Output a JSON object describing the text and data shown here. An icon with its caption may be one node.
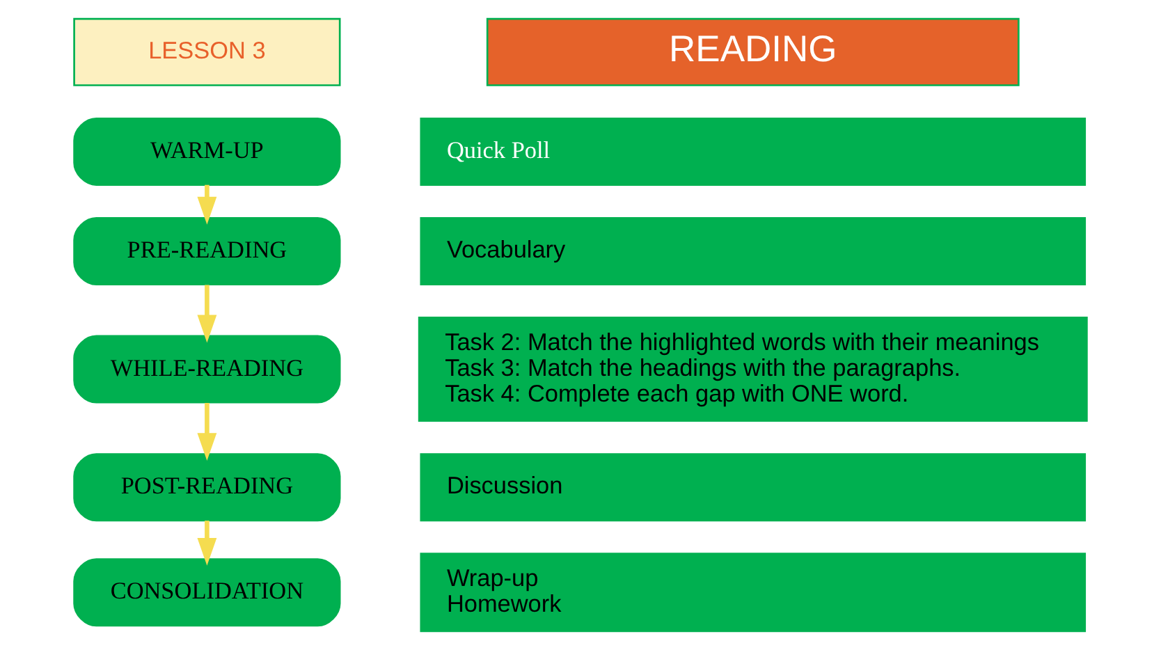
{
  "diagram": {
    "nodes": [
      {
        "text": [
          "LESSON 3"
        ]
      },
      {
        "text": [
          "READING"
        ]
      },
      {
        "text": [
          "WARM-UP"
        ]
      },
      {
        "text": [
          "PRE-READING"
        ]
      },
      {
        "text": [
          "WHILE-READING"
        ]
      },
      {
        "text": [
          "POST-READING"
        ]
      },
      {
        "text": [
          "CONSOLIDATION"
        ]
      },
      {
        "text": [
          "Quick Poll"
        ]
      },
      {
        "text": [
          "Vocabulary"
        ]
      },
      {
        "text": [
          "Task 2: Match the highlighted words with their meanings",
          "Task 3: Match the headings with the paragraphs.",
          "Task 4: Complete each gap with ONE word."
        ]
      },
      {
        "text": [
          "Discussion"
        ]
      },
      {
        "text": [
          "Wrap-up",
          "Homework"
        ]
      }
    ],
    "edges": [
      {
        "from": 2,
        "to": 3,
        "arrow": "to"
      },
      {
        "from": 3,
        "to": 4,
        "arrow": "to"
      },
      {
        "from": 4,
        "to": 5,
        "arrow": "to"
      },
      {
        "from": 5,
        "to": 6,
        "arrow": "to"
      }
    ]
  }
}
